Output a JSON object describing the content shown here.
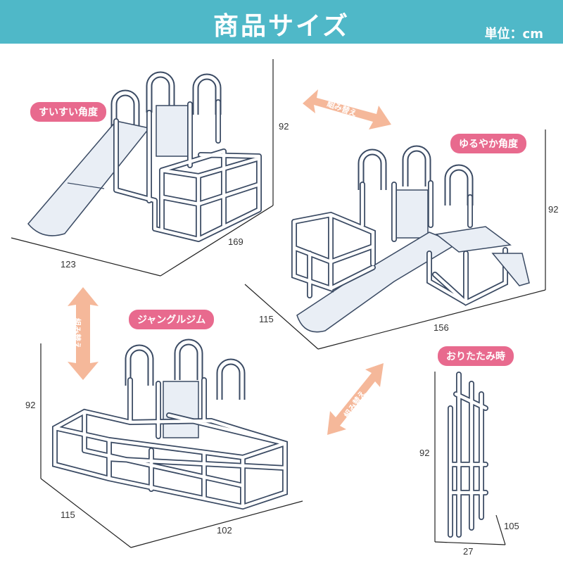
{
  "header": {
    "title": "商品サイズ",
    "unit": "単位：cm"
  },
  "labels": {
    "steep": "すいすい角度",
    "gentle": "ゆるやか角度",
    "jungle": "ジャングルジム",
    "folded": "おりたたみ時"
  },
  "arrows": {
    "rearrange": "組み替え"
  },
  "dimensions": {
    "steep": {
      "height": "92",
      "depth": "169",
      "width": "123"
    },
    "gentle": {
      "height": "92",
      "depth": "115",
      "width": "156"
    },
    "jungle": {
      "height": "92",
      "depth": "115",
      "width": "102"
    },
    "folded": {
      "height": "92",
      "depth": "105",
      "width": "27"
    }
  },
  "colors": {
    "header": "#4fb8c8",
    "pill": "#e86a8e",
    "arrow": "#f5b89a",
    "line": "#3a4a63",
    "fill": "#e9eef5"
  }
}
